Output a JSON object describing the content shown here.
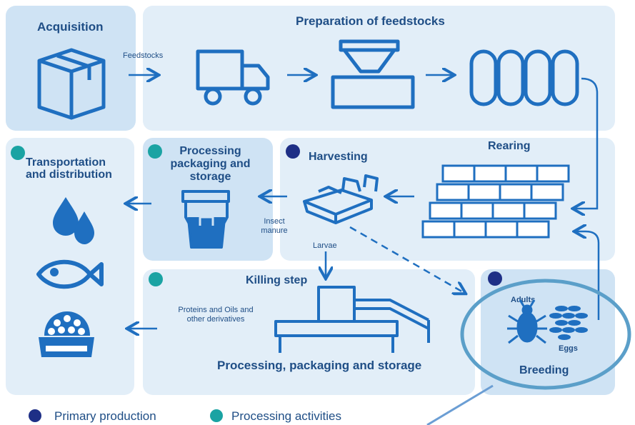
{
  "stages": {
    "acquisition": "Acquisition",
    "preparation": "Preparation of feedstocks",
    "rearing": "Rearing",
    "harvesting": "Harvesting",
    "processing_packaging": "Processing packaging and storage",
    "transportation": "Transportation and distribution",
    "killing": "Killing step",
    "processing_bottom": "Processing, packaging and storage",
    "breeding": "Breeding"
  },
  "labels": {
    "feedstocks": "Feedstocks",
    "insect_manure": "Insect manure",
    "larvae": "Larvae",
    "proteins_oils": "Proteins and Oils and other derivatives",
    "adults": "Adults",
    "eggs": "Eggs"
  },
  "legend": {
    "primary": "Primary production",
    "processing": "Processing activities"
  },
  "colors": {
    "primary": "#1e2f86",
    "processing": "#1aa3a3",
    "icon": "#1f6fc0",
    "panel_light": "#e2eef8",
    "panel_mid": "#cfe3f4",
    "highlight": "#5b9fc9"
  }
}
